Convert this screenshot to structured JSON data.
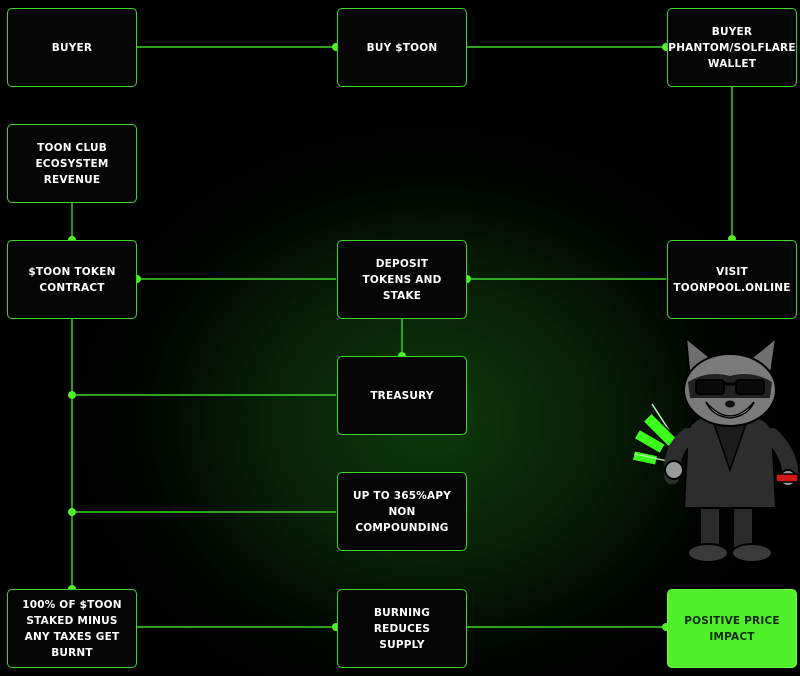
{
  "nodes": {
    "buyer": "BUYER",
    "buy_toon": "BUY $TOON",
    "wallet": "BUYER\nPHANTOM/SOLFLARE\nWALLET",
    "ecosystem_revenue": "TOON CLUB\nECOSYSTEM\nREVENUE",
    "token_contract": "$TOON TOKEN\nCONTRACT",
    "deposit_stake": "DEPOSIT\nTOKENS AND\nSTAKE",
    "visit_toonpool": "VISIT\nTOONPOOL.ONLINE",
    "treasury": "TREASURY",
    "apy": "UP TO 365%APY\nNON\nCOMPOUNDING",
    "burnt": "100% OF $TOON\nSTAKED MINUS\nANY TAXES GET\nBURNT",
    "burning": "BURNING\nREDUCES\nSUPPLY",
    "price_impact": "POSITIVE PRICE\nIMPACT"
  },
  "colors": {
    "accent": "#4ff02a",
    "border": "#3fd52a",
    "node_bg": "#050505",
    "page_bg": "#000000"
  },
  "mascot": {
    "icon": "raccoon-mascot-with-sunglasses-holding-green-candles"
  }
}
